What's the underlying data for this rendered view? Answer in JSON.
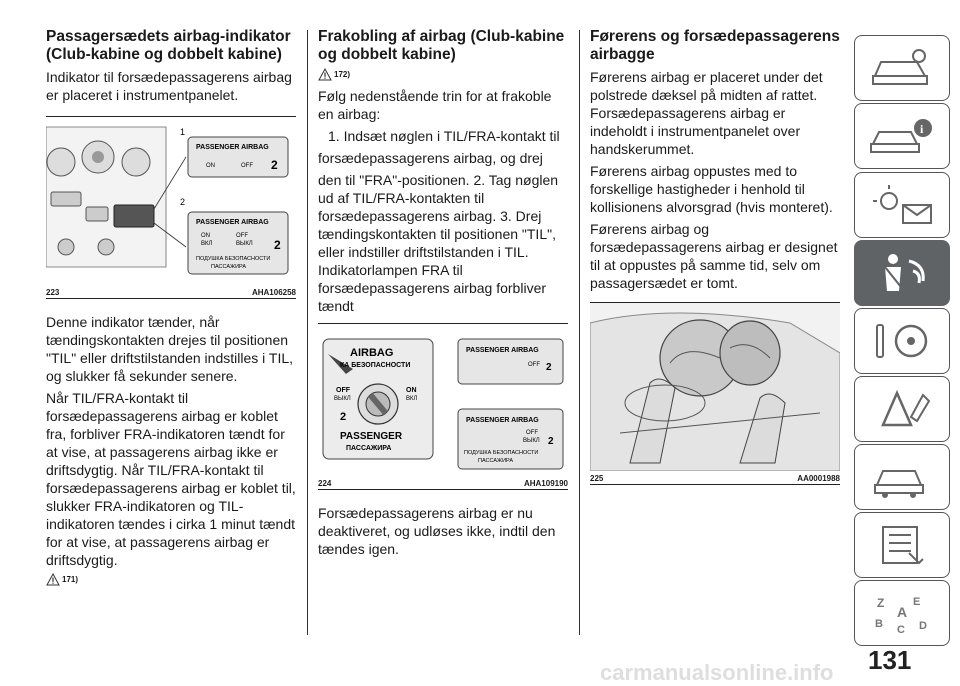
{
  "col1": {
    "heading": "Passagersædets airbag-indikator (Club-kabine og dobbelt kabine)",
    "intro": "Indikator til forsædepassagerens airbag er placeret i instrumentpanelet.",
    "figure": {
      "number": "223",
      "code": "AHA106258",
      "callout_1": "1",
      "callout_2": "2",
      "panel1_title": "PASSENGER AIRBAG",
      "panel1_on": "ON",
      "panel1_off": "OFF",
      "panel2_title": "PASSENGER AIRBAG",
      "panel2_on": "ON",
      "panel2_on_ru": "ВКЛ",
      "panel2_off": "OFF",
      "panel2_off_ru": "ВЫКЛ",
      "panel2_ru1": "ПОДУШКА БЕЗОПАСНОСТИ",
      "panel2_ru2": "ПАССАЖИРА",
      "digit": "2"
    },
    "para1": "Denne indikator tænder, når tændingskontakten drejes til positionen \"TIL\" eller driftstilstanden indstilles i TIL, og slukker få sekunder senere.",
    "para2": "Når TIL/FRA-kontakt til forsædepassagerens airbag er koblet fra, forbliver FRA-indikatoren tændt for at vise, at passagerens airbag ikke er driftsdygtig. Når TIL/FRA-kontakt til forsædepassagerens airbag er koblet til, slukker FRA-indikatoren og TIL-indikatoren tændes i cirka 1 minut tændt for at vise, at passagerens airbag er driftsdygtig.",
    "warn_ref": "171)"
  },
  "col2": {
    "heading": "Frakobling af airbag (Club-kabine og dobbelt kabine)",
    "warn_ref": "172)",
    "para1": "Følg nedenstående trin for at frakoble en airbag:",
    "step1": "1. Indsæt nøglen i TIL/FRA-kontakt til",
    "para2": "forsædepassagerens airbag, og drej",
    "para3": "den til \"FRA\"-positionen.   2. Tag nøglen ud af TIL/FRA-kontakten til forsædepassagerens airbag.   3. Drej tændingskontakten til positionen \"TIL\", eller indstiller driftstilstanden i TIL. Indikatorlampen FRA til forsædepassagerens airbag forbliver tændt",
    "figure": {
      "number": "224",
      "code": "AHA109190",
      "switch_title": "AIRBAG",
      "switch_ru": "КА БЕЗОПАСНОСТИ",
      "off": "OFF",
      "off_ru": "ВЫКЛ",
      "on": "ON",
      "on_ru": "ВКЛ",
      "passenger": "PASSENGER",
      "passenger_ru": "ПАССАЖИРА",
      "digit": "2",
      "panel1_title": "PASSENGER  AIRBAG",
      "panel1_off": "OFF",
      "panel2_title": "PASSENGER  AIRBAG",
      "panel2_off": "OFF",
      "panel2_off_ru": "ВЫКЛ",
      "panel2_ru1": "ПОДУШКА  БЕЗОПАСНОСТИ",
      "panel2_ru2": "ПАССАЖИРА"
    },
    "para4": "Forsædepassagerens airbag er nu deaktiveret, og udløses ikke, indtil den tændes igen."
  },
  "col3": {
    "heading": "Førerens og forsædepassagerens airbagge",
    "para1": "Førerens airbag er placeret under det polstrede dæksel på midten af rattet. Forsædepassagerens airbag er indeholdt i instrumentpanelet over handskerummet.",
    "para2": "Førerens airbag oppustes med to forskellige hastigheder i henhold til kollisionens alvorsgrad (hvis monteret).",
    "para3": "Førerens airbag og forsædepassagerens airbag er designet til at oppustes på samme tid, selv om passagersædet er tomt.",
    "figure": {
      "number": "225",
      "code": "AA0001988"
    }
  },
  "sidebar": {
    "tabs": [
      {
        "icon": "car-dashboard-icon",
        "active": false
      },
      {
        "icon": "car-info-icon",
        "active": false
      },
      {
        "icon": "lights-message-icon",
        "active": false
      },
      {
        "icon": "seatbelt-airbag-icon",
        "active": true
      },
      {
        "icon": "steering-tools-icon",
        "active": false
      },
      {
        "icon": "warning-triangle-icon",
        "active": false
      },
      {
        "icon": "car-service-icon",
        "active": false
      },
      {
        "icon": "specs-list-icon",
        "active": false
      },
      {
        "icon": "alphabet-index-icon",
        "active": false
      }
    ],
    "colors": {
      "active_bg": "#5f6366",
      "border": "#555555"
    }
  },
  "page_number": "131",
  "watermark": "carmanualsonline.info"
}
